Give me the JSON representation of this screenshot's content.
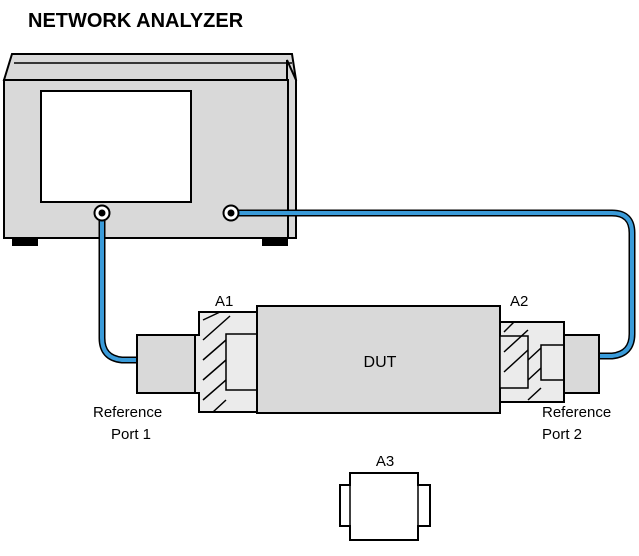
{
  "title": "NETWORK ANALYZER",
  "labels": {
    "dut": "DUT",
    "a1": "A1",
    "a2": "A2",
    "a3": "A3",
    "ref1_line1": "Reference",
    "ref1_line2": "Port 1",
    "ref2_line1": "Reference",
    "ref2_line2": "Port 2"
  },
  "colors": {
    "cable": "#3a9bd9",
    "body": "#d9d9d9",
    "adapter_fill": "#ebebeb",
    "outline": "#000000",
    "screen": "#ffffff",
    "background": "#ffffff"
  },
  "icons": {
    "port": "port-connector-icon"
  }
}
